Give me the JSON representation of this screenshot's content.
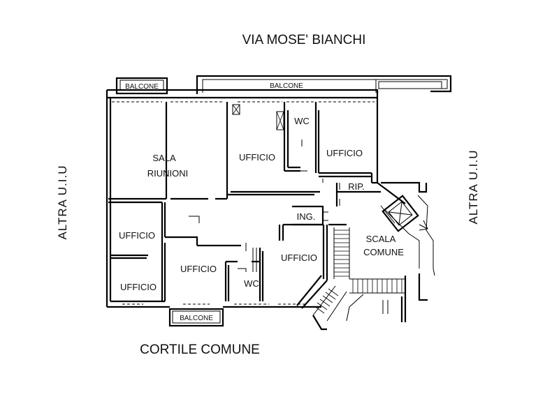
{
  "labels": {
    "street_top": "VIA MOSE' BIANCHI",
    "courtyard_bottom": "CORTILE COMUNE",
    "left_side": "ALTRA U.I.U",
    "right_side": "ALTRA U.I.U"
  },
  "balconies": {
    "top_left": "BALCONE",
    "top_main": "BALCONE",
    "bottom": "BALCONE"
  },
  "rooms": {
    "sala_line1": "SALA",
    "sala_line2": "RIUNIONI",
    "ufficio_center_top": "UFFICIO",
    "wc_top": "WC",
    "ufficio_top_right": "UFFICIO",
    "rip": "RIP.",
    "ing": "ING.",
    "ufficio_left_mid": "UFFICIO",
    "ufficio_left_bottom": "UFFICIO",
    "ufficio_center_bottom": "UFFICIO",
    "wc_bottom": "WC",
    "ufficio_center_right": "UFFICIO",
    "scala_line1": "SCALA",
    "scala_line2": "COMUNE"
  }
}
